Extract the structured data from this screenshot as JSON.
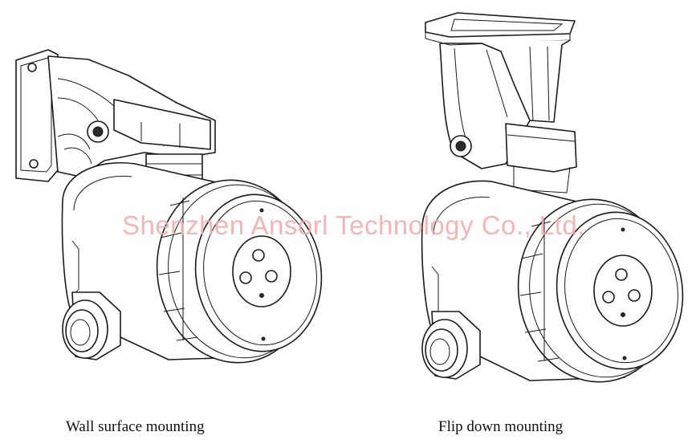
{
  "watermark": "Shenzhen Ansorl Technology Co., Ltd.",
  "captions": {
    "left": "Wall surface mounting",
    "right": "Flip down mounting"
  }
}
